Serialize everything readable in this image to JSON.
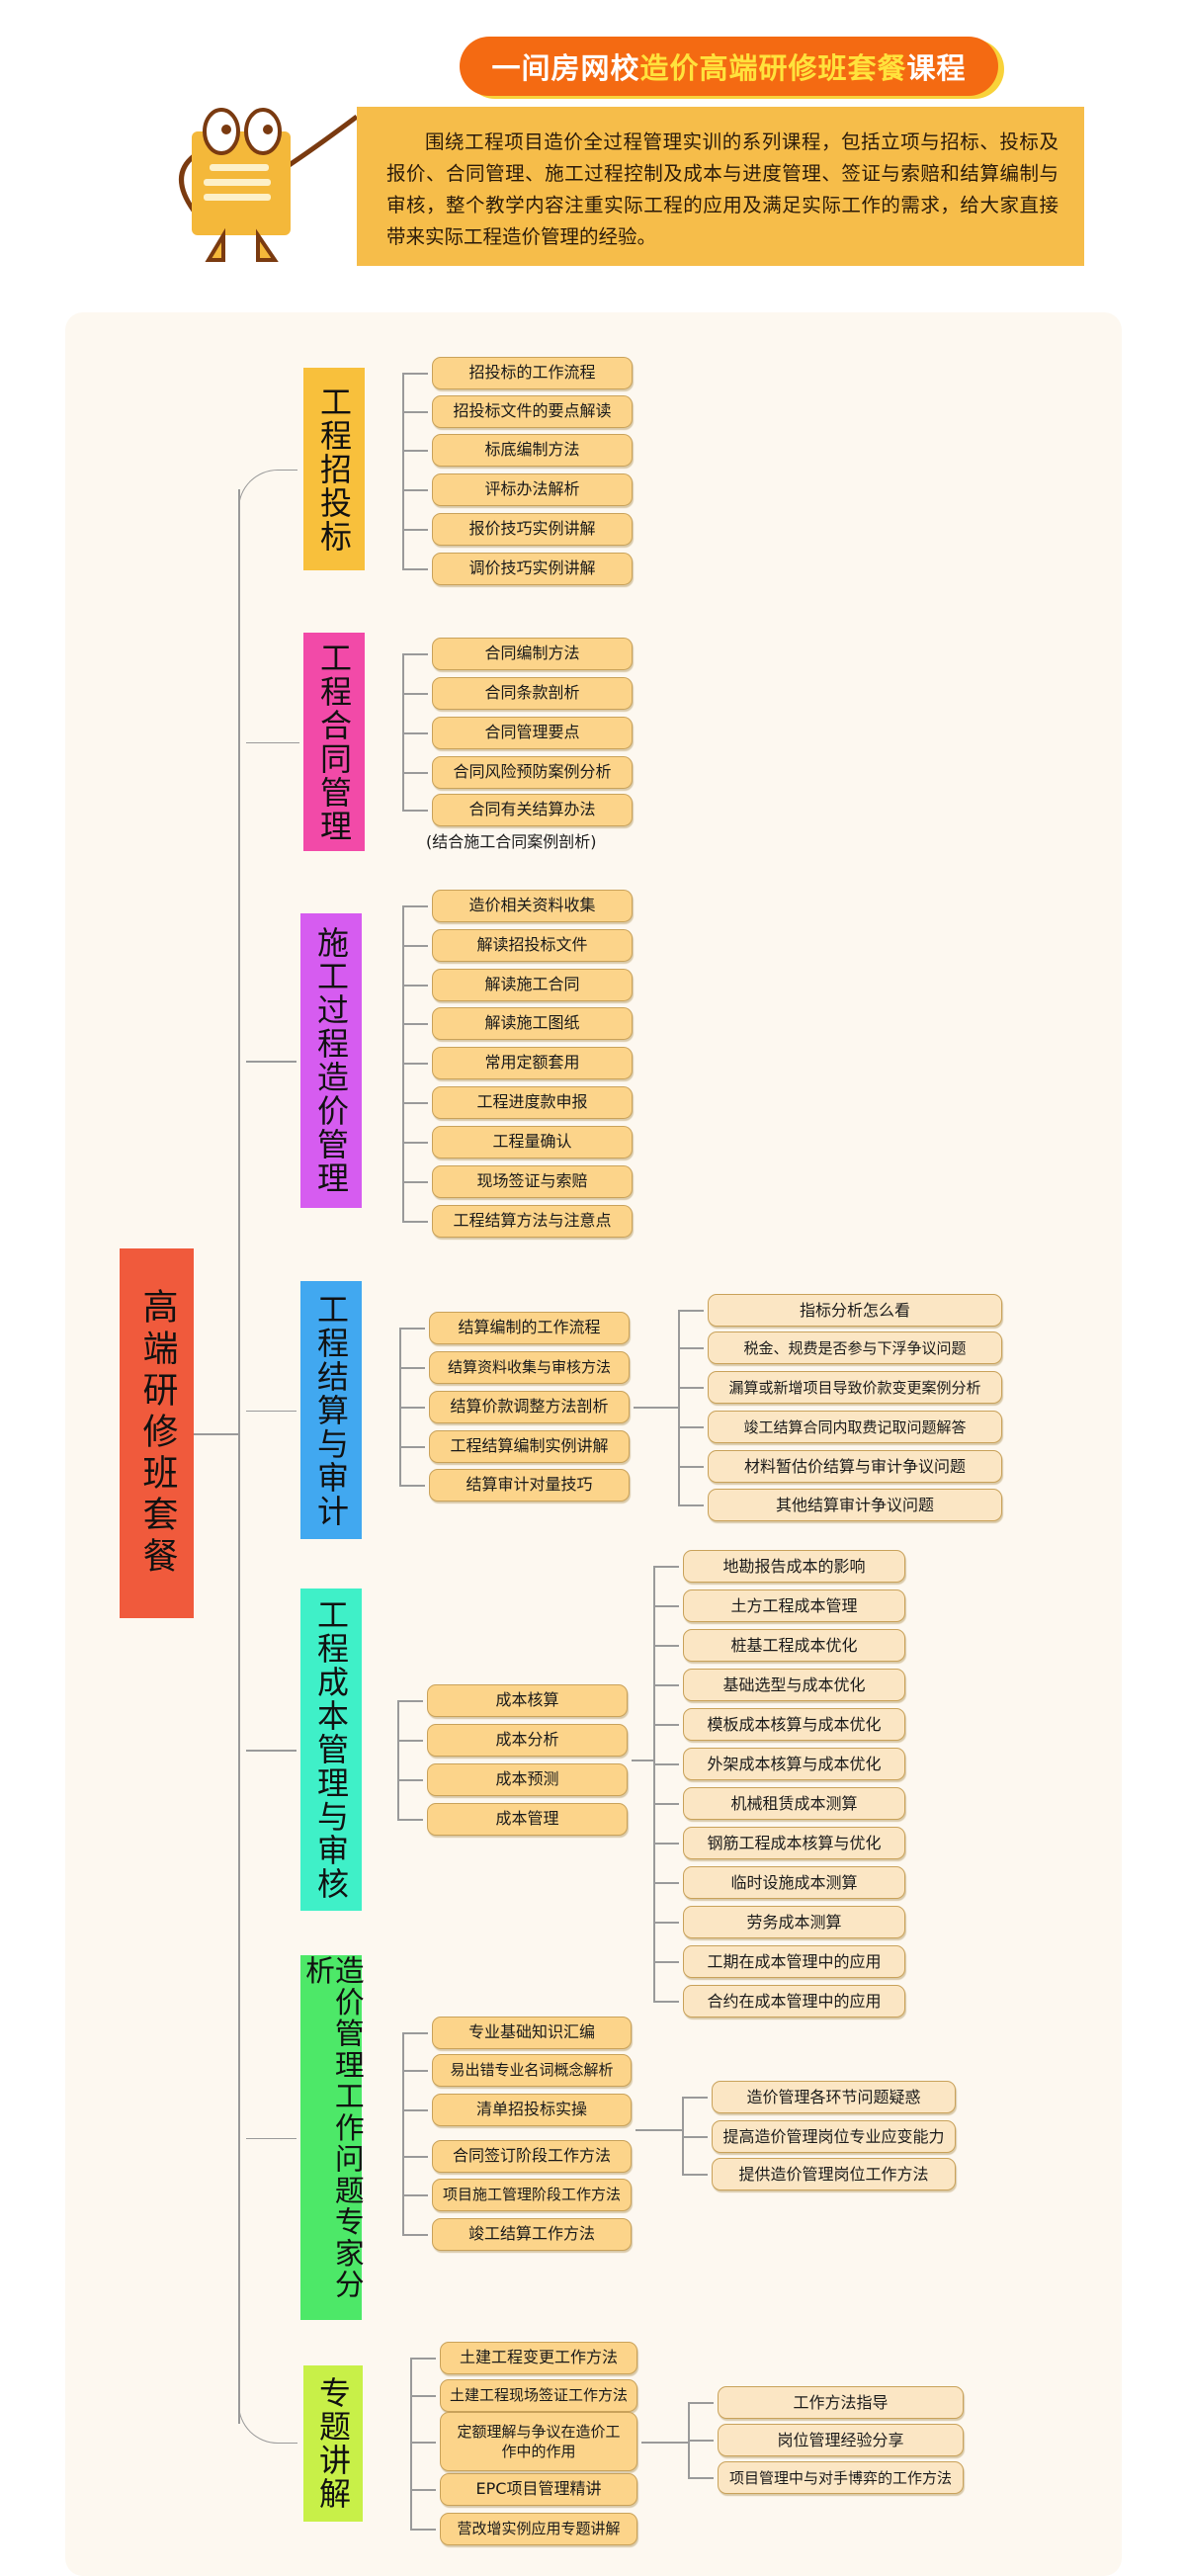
{
  "header": {
    "title_prefix": "一间房网校",
    "title_highlight": "造价高端研修班套餐",
    "title_suffix": "课程",
    "intro": "围绕工程项目造价全过程管理实训的系列课程，包括立项与招标、投标及报价、合同管理、施工过程控制及成本与进度管理、签证与索赔和结算编制与审核，整个教学内容注重实际工程的应用及满足实际工作的需求，给大家直接带来实际工程造价管理的经验。"
  },
  "mascot": {
    "icon": "document-mascot-icon"
  },
  "root": {
    "label": "高端研修班套餐",
    "color": "#f05a3c"
  },
  "groups": [
    {
      "label": "工程招投标",
      "color": "#f8c03c",
      "items": [
        "招投标的工作流程",
        "招投标文件的要点解读",
        "标底编制方法",
        "评标办法解析",
        "报价技巧实例讲解",
        "调价技巧实例讲解"
      ]
    },
    {
      "label": "工程合同管理",
      "color": "#f24aa8",
      "items": [
        "合同编制方法",
        "合同条款剖析",
        "合同管理要点",
        "合同风险预防案例分析",
        "合同有关结算办法"
      ],
      "caption": "(结合施工合同案例剖析)"
    },
    {
      "label": "施工过程造价管理",
      "color": "#d65cf0",
      "items": [
        "造价相关资料收集",
        "解读招投标文件",
        "解读施工合同",
        "解读施工图纸",
        "常用定额套用",
        "工程进度款申报",
        "工程量确认",
        "现场签证与索赔",
        "工程结算方法与注意点"
      ]
    },
    {
      "label": "工程结算与审计",
      "color": "#41a8f0",
      "items": [
        "结算编制的工作流程",
        "结算资料收集与审核方法",
        "结算价款调整方法剖析",
        "工程结算编制实例讲解",
        "结算审计对量技巧"
      ],
      "subitems": [
        "指标分析怎么看",
        "税金、规费是否参与下浮争议问题",
        "漏算或新增项目导致价款变更案例分析",
        "竣工结算合同内取费记取问题解答",
        "材料暂估价结算与审计争议问题",
        "其他结算审计争议问题"
      ]
    },
    {
      "label": "工程成本管理与审核",
      "color": "#3ff0c8",
      "items": [
        "成本核算",
        "成本分析",
        "成本预测",
        "成本管理"
      ],
      "subitems": [
        "地勘报告成本的影响",
        "土方工程成本管理",
        "桩基工程成本优化",
        "基础选型与成本优化",
        "模板成本核算与成本优化",
        "外架成本核算与成本优化",
        "机械租赁成本测算",
        "钢筋工程成本核算与优化",
        "临时设施成本测算",
        "劳务成本测算",
        "工期在成本管理中的应用",
        "合约在成本管理中的应用"
      ]
    },
    {
      "label": "造价管理工作问题专家分析",
      "color": "#4de868",
      "items": [
        "专业基础知识汇编",
        "易出错专业名词概念解析",
        "清单招投标实操",
        "合同签订阶段工作方法",
        "项目施工管理阶段工作方法",
        "竣工结算工作方法"
      ],
      "subitems": [
        "造价管理各环节问题疑惑",
        "提高造价管理岗位专业应变能力",
        "提供造价管理岗位工作方法"
      ]
    },
    {
      "label": "专题讲解",
      "color": "#c8f048",
      "items": [
        "土建工程变更工作方法",
        "土建工程现场签证工作方法",
        "定额理解与争议在造价工作中的作用",
        "EPC项目管理精讲",
        "营改增实例应用专题讲解"
      ],
      "subitems": [
        "工作方法指导",
        "岗位管理经验分享",
        "项目管理中与对手博弈的工作方法"
      ]
    }
  ]
}
